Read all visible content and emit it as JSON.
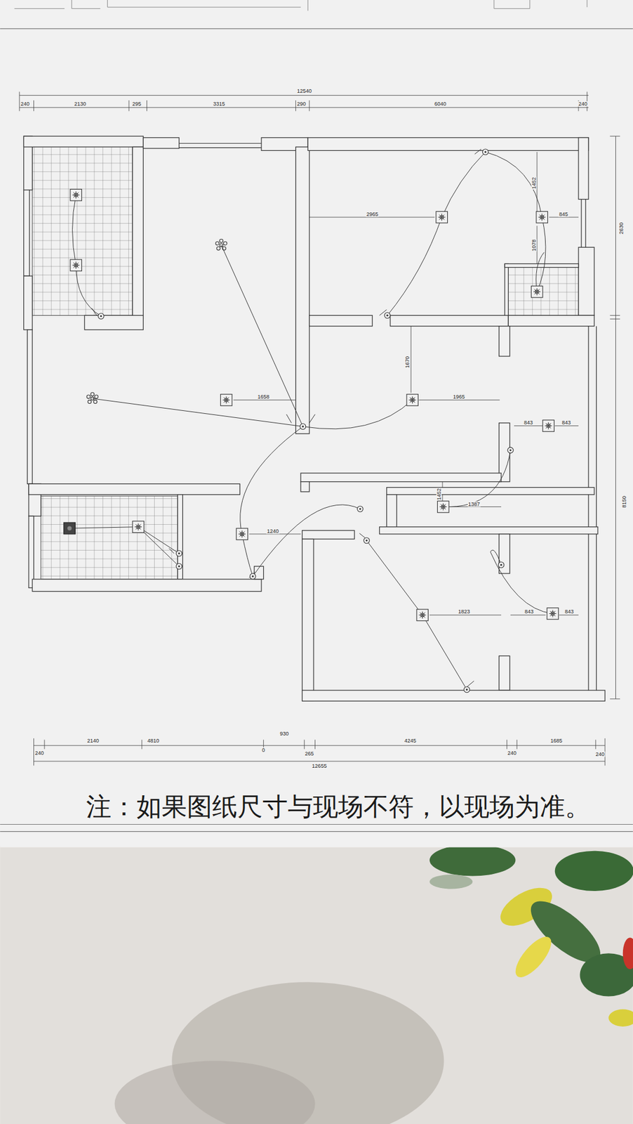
{
  "diagram": {
    "labels": [
      "12540",
      "240",
      "2130",
      "295",
      "3315",
      "290",
      "6040",
      "240",
      "2630",
      "8150",
      "2965",
      "1452",
      "845",
      "1078",
      "1670",
      "1658",
      "1965",
      "843",
      "843",
      "1452",
      "1387",
      "1240",
      "1823",
      "843",
      "843",
      "240",
      "2140",
      "4810",
      "0",
      "930",
      "265",
      "4245",
      "240",
      "1685",
      "240",
      "12655",
      "注：如果图纸尺寸与现场不符，以现场为准。"
    ]
  }
}
